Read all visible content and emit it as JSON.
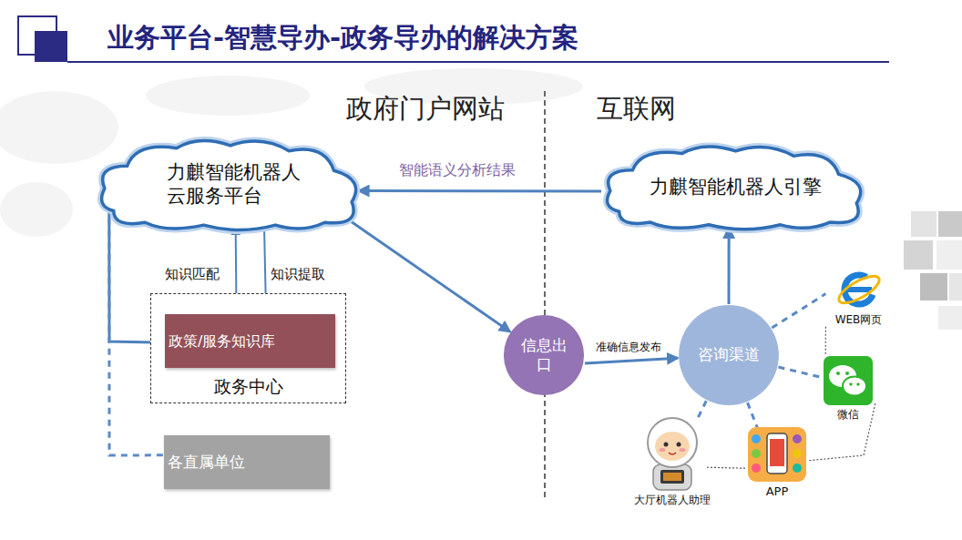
{
  "diagram": {
    "title": "业务平台-智慧导办-政务导办的解决方案",
    "nodes": [
      {
        "text": [
          "力麒智能机器人 云服务平台"
        ]
      },
      {
        "text": [
          "政务中心"
        ]
      },
      {
        "text": [
          "政策/服务知识库"
        ],
        "in": 1
      },
      {
        "text": [
          "各直属单位"
        ]
      },
      {
        "text": [
          "力麒智能机器人引擎"
        ]
      },
      {
        "text": [
          "信息出口"
        ]
      },
      {
        "text": [
          "咨询渠道"
        ]
      },
      {
        "text": [
          "WEB网页"
        ]
      },
      {
        "text": [
          "微信"
        ]
      },
      {
        "text": [
          "APP"
        ]
      },
      {
        "text": [
          "大厅机器人助理"
        ]
      }
    ],
    "edges": [
      {
        "from": 4,
        "to": 0,
        "arrow": "to",
        "label": "智能语义分析结果"
      },
      {
        "from": 2,
        "to": 0,
        "arrow": "to",
        "label": "知识匹配"
      },
      {
        "from": 0,
        "to": 2,
        "arrow": "to",
        "label": "知识提取"
      },
      {
        "from": 0,
        "to": 2,
        "arrow": "none"
      },
      {
        "from": 0,
        "to": 3,
        "arrow": "none"
      },
      {
        "from": 0,
        "to": 5,
        "arrow": "to"
      },
      {
        "from": 5,
        "to": 6,
        "arrow": "to",
        "label": "准确信息发布"
      },
      {
        "from": 6,
        "to": 4,
        "arrow": "to"
      },
      {
        "from": 6,
        "to": 7,
        "arrow": "none"
      },
      {
        "from": 6,
        "to": 8,
        "arrow": "none"
      },
      {
        "from": 6,
        "to": 9,
        "arrow": "none"
      },
      {
        "from": 6,
        "to": 10,
        "arrow": "none"
      },
      {
        "from": 7,
        "to": 8,
        "arrow": "none"
      },
      {
        "from": 8,
        "to": 9,
        "arrow": "none"
      },
      {
        "from": 9,
        "to": 10,
        "arrow": "none"
      }
    ],
    "labels": [
      "政府门户网站",
      "互联网"
    ]
  }
}
